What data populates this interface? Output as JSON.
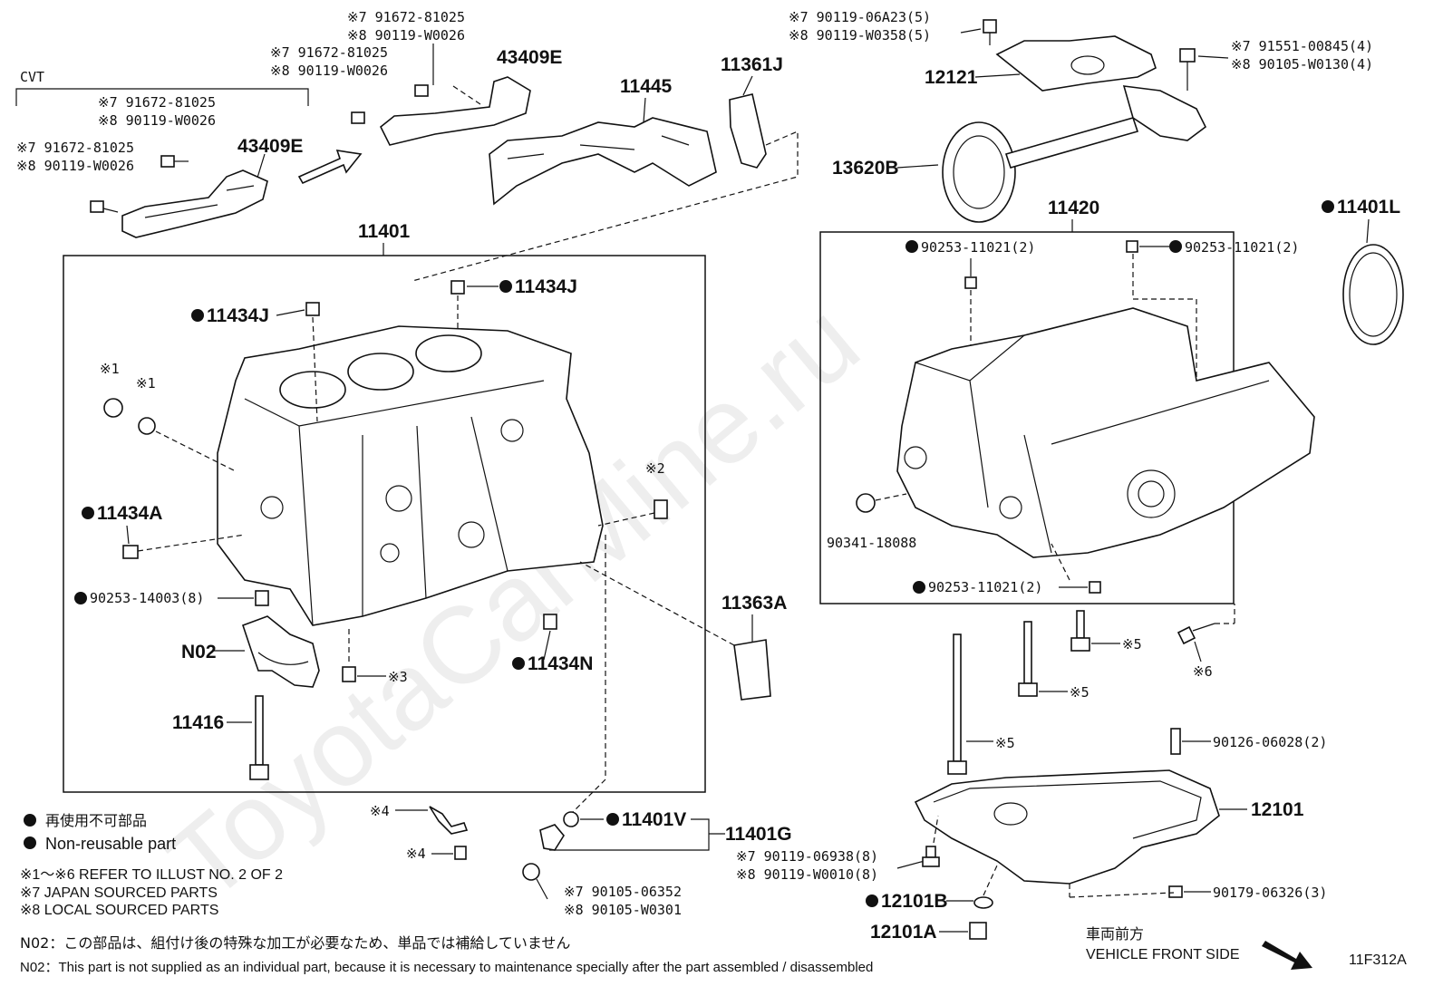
{
  "watermark": "ToyotaCarMine.ru",
  "labels": {
    "cvt": "CVT",
    "l1": "※7  91672-81025",
    "l2": "※8  90119-W0026",
    "l3": "※7  91672-81025",
    "l4": "※8  90119-W0026",
    "l5": "※7  91672-81025",
    "l6": "※8  90119-W0026",
    "l7": "※7  91672-81025",
    "l8": "※8  90119-W0026",
    "p43409e_a": "43409E",
    "p43409e_b": "43409E",
    "p11445": "11445",
    "p11361j": "11361J",
    "p11401": "11401",
    "p11434j_a": "11434J",
    "p11434j_b": "11434J",
    "ref1_a": "※1",
    "ref1_b": "※1",
    "ref2": "※2",
    "ref3": "※3",
    "p11434a": "11434A",
    "p90253_14003": "90253-14003(8)",
    "p11434n": "11434N",
    "pN02": "N02",
    "p11416": "11416",
    "p11363a": "11363A",
    "t1": "※7  90119-06A23(5)",
    "t2": "※8  90119-W0358(5)",
    "t3": "※7  91551-00845(4)",
    "t4": "※8  90105-W0130(4)",
    "p12121": "12121",
    "p13620b": "13620B",
    "p11420": "11420",
    "p11401l": "11401L",
    "p90253_11021_a": "90253-11021(2)",
    "p90253_11021_b": "90253-11021(2)",
    "p90253_11021_c": "90253-11021(2)",
    "p90341": "90341-18088",
    "ref5_a": "※5",
    "ref5_b": "※5",
    "ref5_c": "※5",
    "ref6": "※6",
    "p90126": "90126-06028(2)",
    "p12101": "12101",
    "p90119_06938": "※7  90119-06938(8)",
    "p90119_w0010": "※8  90119-W0010(8)",
    "p90179": "90179-06326(3)",
    "p12101b": "12101B",
    "p12101a": "12101A",
    "ref4_a": "※4",
    "ref4_b": "※4",
    "p11401v": "11401V",
    "p11401g": "11401G",
    "p90105_06352": "※7  90105-06352",
    "p90105_w0301": "※8  90105-W0301",
    "front_jp": "車両前方",
    "front_en": "VEHICLE FRONT SIDE",
    "diagram_id": "11F312A"
  },
  "legend": {
    "nonreusable_jp": "再使用不可部品",
    "nonreusable_en": "Non-reusable part",
    "ref_note": "※1～※6  REFER TO ILLUST NO. 2 OF 2",
    "japan_note": "※7  JAPAN SOURCED PARTS",
    "local_note": "※8  LOCAL SOURCED PARTS",
    "n02_jp": "N02：この部品は、組付け後の特殊な加工が必要なため、単品では補給していません",
    "n02_en": "N02：This part is not supplied as an individual part, because it is necessary to maintenance specially after the part assembled / disassembled"
  }
}
